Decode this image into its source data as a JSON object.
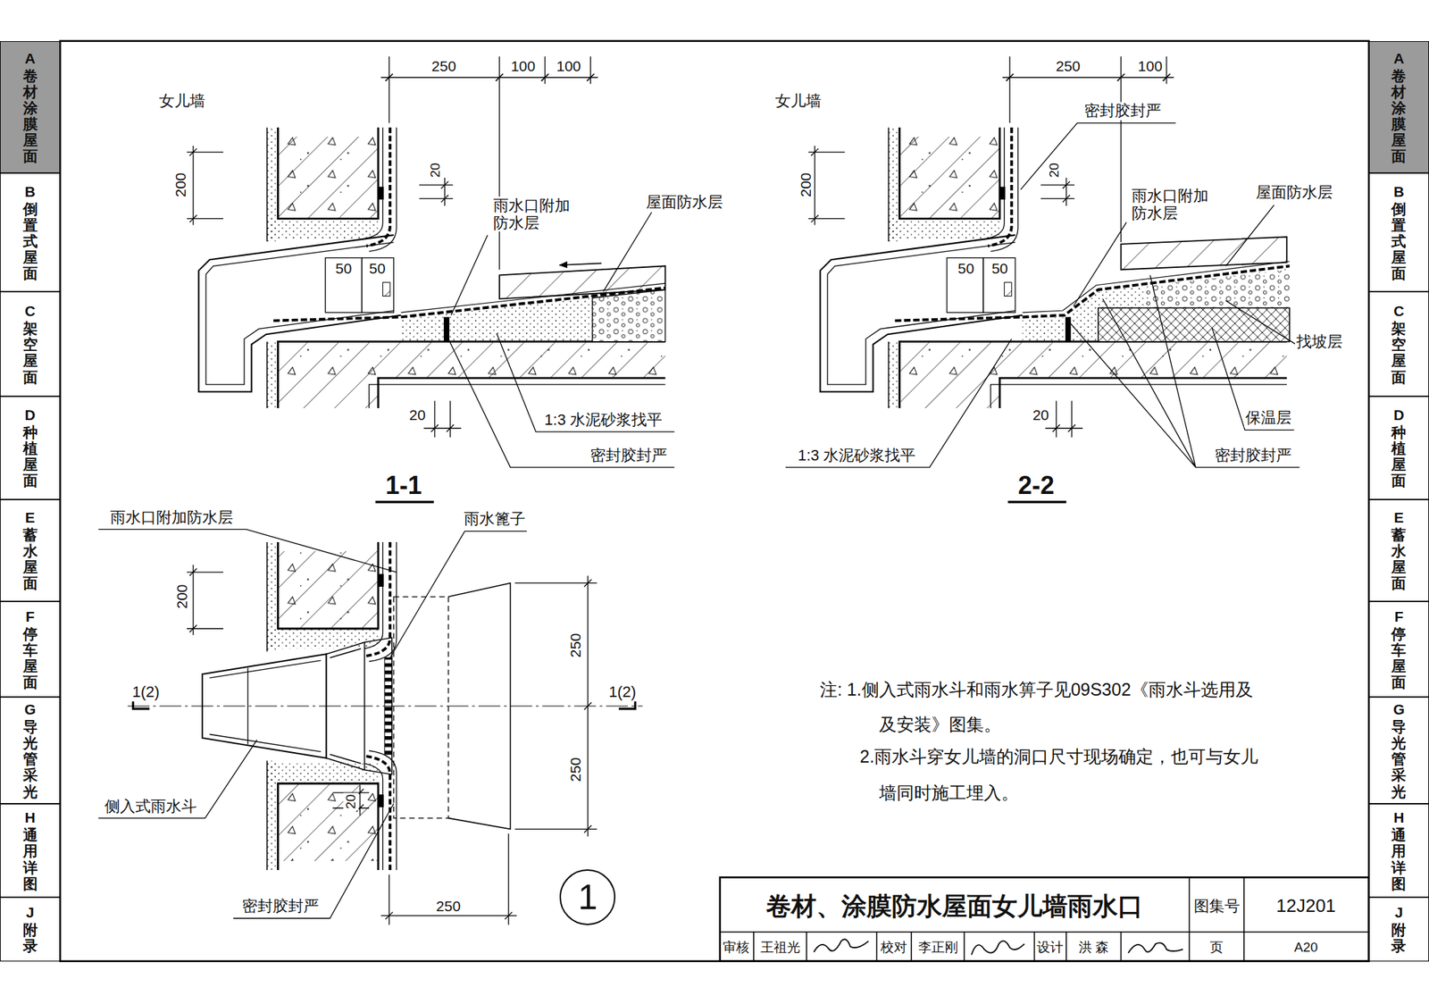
{
  "diagram": {
    "title": "卷材、涂膜防水屋面女儿墙雨水口",
    "nodes": [
      {
        "text": [
          "A",
          "卷材涂膜屋面"
        ]
      },
      {
        "text": [
          "B",
          "倒置式屋面"
        ]
      },
      {
        "text": [
          "C",
          "架空屋面"
        ]
      },
      {
        "text": [
          "D",
          "种植屋面"
        ]
      },
      {
        "text": [
          "E",
          "蓄水屋面"
        ]
      },
      {
        "text": [
          "F",
          "停车屋面"
        ]
      },
      {
        "text": [
          "G",
          "导光管采光"
        ]
      },
      {
        "text": [
          "H",
          "通用详图"
        ]
      },
      {
        "text": [
          "J",
          "附录"
        ]
      },
      {
        "text": [
          "1"
        ]
      },
      {
        "text": [
          "A",
          "卷材涂膜屋面"
        ]
      },
      {
        "text": [
          "B",
          "倒置式屋面"
        ]
      },
      {
        "text": [
          "C",
          "架空屋面"
        ]
      },
      {
        "text": [
          "D",
          "种植屋面"
        ]
      },
      {
        "text": [
          "E",
          "蓄水屋面"
        ]
      },
      {
        "text": [
          "F",
          "停车屋面"
        ]
      },
      {
        "text": [
          "G",
          "导光管采光"
        ]
      },
      {
        "text": [
          "H",
          "通用详图"
        ]
      },
      {
        "text": [
          "J",
          "附录"
        ]
      }
    ],
    "labels": [
      "250",
      "100",
      "100",
      "女儿墙",
      "200",
      "20",
      "雨水口附加 防水层",
      "屋面防水层",
      "50",
      "50",
      "20",
      "1:3 水泥砂浆找平",
      "密封胶封严",
      "1-1",
      "250",
      "100",
      "女儿墙",
      "密封胶封严",
      "200",
      "20",
      "雨水口附加 防水层",
      "屋面防水层",
      "50",
      "50",
      "找坡层",
      "20",
      "保温层",
      "1:3 水泥砂浆找平",
      "密封胶封严",
      "2-2",
      "雨水口附加防水层",
      "雨水篦子",
      "200",
      "250",
      "1(2)",
      "1(2)",
      "250",
      "侧入式雨水斗",
      "20",
      "密封胶封严",
      "250",
      "注: 1.侧入式雨水斗和雨水箅子见09S302《雨水斗选用及",
      "及安装》图集。",
      "2.雨水斗穿女儿墙的洞口尺寸现场确定，也可与女儿",
      "墙同时施工埋入。",
      "图集号",
      "12J201",
      "审核",
      "王祖光",
      "校对",
      "李正刚",
      "设计",
      "洪 森",
      "页",
      "A20"
    ]
  }
}
